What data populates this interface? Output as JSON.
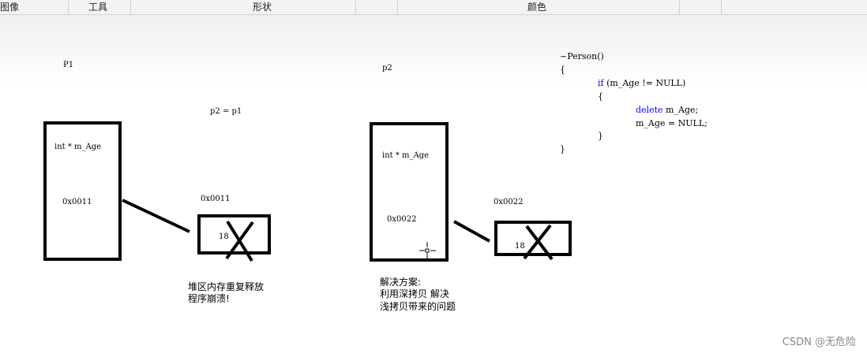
{
  "ribbon": {
    "tabs": [
      "图像",
      "工具",
      "形状",
      "颜色"
    ]
  },
  "diagram": {
    "left": {
      "title": "P1",
      "var": "int * m_Age",
      "addr_inside": "0x0011",
      "heap_addr": "0x0011",
      "heap_value": "18",
      "assign": "p2 = p1",
      "note_line1": "堆区内存重复释放",
      "note_line2": "程序崩溃!"
    },
    "right": {
      "title": "p2",
      "var": "int * m_Age",
      "addr_inside": "0x0022",
      "heap_addr": "0x0022",
      "heap_value": "18",
      "note_line1": "解决方案:",
      "note_line2": "利用深拷贝 解决",
      "note_line3": "浅拷贝带来的问题"
    },
    "code": {
      "l1": "~Person()",
      "l2": "{",
      "l3_kw": "if",
      "l3_rest": " (m_Age != NULL)",
      "l4": "{",
      "l5_kw": "delete",
      "l5_rest": " m_Age;",
      "l6": "m_Age = NULL;",
      "l7": "}",
      "l8": "}"
    }
  },
  "watermark": "CSDN @无危险"
}
